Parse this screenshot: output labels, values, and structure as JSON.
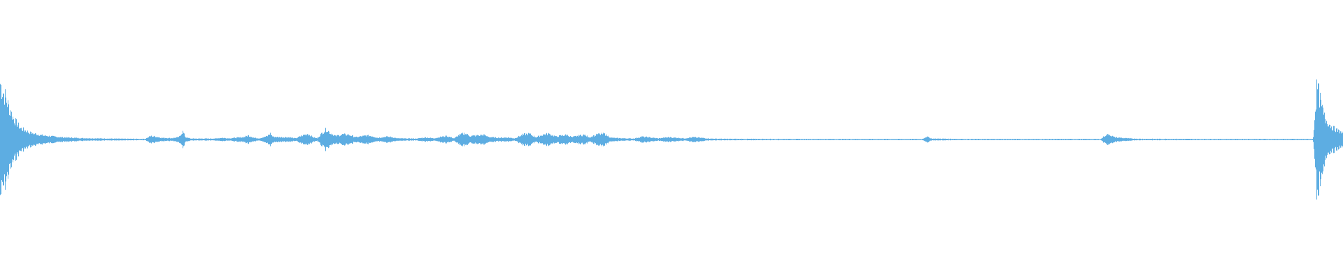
{
  "waveform": {
    "color": "#5dade2",
    "background": "#ffffff",
    "amplitude_range": [
      -1,
      1
    ],
    "duration_fraction_axis": [
      0,
      1
    ],
    "envelope": [
      [
        0.0,
        0.5
      ],
      [
        0.001,
        0.45
      ],
      [
        0.003,
        0.4
      ],
      [
        0.006,
        0.3
      ],
      [
        0.01,
        0.18
      ],
      [
        0.015,
        0.1
      ],
      [
        0.022,
        0.06
      ],
      [
        0.032,
        0.035
      ],
      [
        0.045,
        0.02
      ],
      [
        0.06,
        0.012
      ],
      [
        0.08,
        0.008
      ],
      [
        0.1,
        0.006
      ],
      [
        0.108,
        0.006
      ],
      [
        0.112,
        0.03
      ],
      [
        0.116,
        0.025
      ],
      [
        0.12,
        0.015
      ],
      [
        0.128,
        0.012
      ],
      [
        0.133,
        0.02
      ],
      [
        0.136,
        0.07
      ],
      [
        0.138,
        0.02
      ],
      [
        0.142,
        0.008
      ],
      [
        0.16,
        0.008
      ],
      [
        0.165,
        0.015
      ],
      [
        0.17,
        0.01
      ],
      [
        0.181,
        0.02
      ],
      [
        0.185,
        0.035
      ],
      [
        0.189,
        0.015
      ],
      [
        0.193,
        0.01
      ],
      [
        0.199,
        0.03
      ],
      [
        0.201,
        0.055
      ],
      [
        0.203,
        0.025
      ],
      [
        0.208,
        0.02
      ],
      [
        0.215,
        0.02
      ],
      [
        0.22,
        0.01
      ],
      [
        0.225,
        0.035
      ],
      [
        0.229,
        0.05
      ],
      [
        0.233,
        0.02
      ],
      [
        0.236,
        0.01
      ],
      [
        0.24,
        0.06
      ],
      [
        0.243,
        0.09
      ],
      [
        0.246,
        0.055
      ],
      [
        0.25,
        0.03
      ],
      [
        0.255,
        0.045
      ],
      [
        0.26,
        0.04
      ],
      [
        0.265,
        0.02
      ],
      [
        0.273,
        0.035
      ],
      [
        0.277,
        0.03
      ],
      [
        0.281,
        0.015
      ],
      [
        0.288,
        0.025
      ],
      [
        0.292,
        0.02
      ],
      [
        0.296,
        0.01
      ],
      [
        0.31,
        0.008
      ],
      [
        0.317,
        0.018
      ],
      [
        0.323,
        0.01
      ],
      [
        0.329,
        0.025
      ],
      [
        0.333,
        0.03
      ],
      [
        0.338,
        0.01
      ],
      [
        0.342,
        0.04
      ],
      [
        0.346,
        0.055
      ],
      [
        0.35,
        0.03
      ],
      [
        0.355,
        0.035
      ],
      [
        0.36,
        0.04
      ],
      [
        0.365,
        0.02
      ],
      [
        0.372,
        0.015
      ],
      [
        0.378,
        0.018
      ],
      [
        0.383,
        0.01
      ],
      [
        0.39,
        0.045
      ],
      [
        0.394,
        0.05
      ],
      [
        0.399,
        0.02
      ],
      [
        0.405,
        0.045
      ],
      [
        0.409,
        0.05
      ],
      [
        0.414,
        0.025
      ],
      [
        0.418,
        0.035
      ],
      [
        0.422,
        0.04
      ],
      [
        0.426,
        0.02
      ],
      [
        0.431,
        0.035
      ],
      [
        0.435,
        0.04
      ],
      [
        0.439,
        0.02
      ],
      [
        0.445,
        0.045
      ],
      [
        0.45,
        0.05
      ],
      [
        0.455,
        0.015
      ],
      [
        0.465,
        0.01
      ],
      [
        0.472,
        0.008
      ],
      [
        0.478,
        0.025
      ],
      [
        0.484,
        0.018
      ],
      [
        0.49,
        0.01
      ],
      [
        0.498,
        0.02
      ],
      [
        0.504,
        0.015
      ],
      [
        0.51,
        0.01
      ],
      [
        0.516,
        0.02
      ],
      [
        0.522,
        0.015
      ],
      [
        0.528,
        0.008
      ],
      [
        0.54,
        0.006
      ],
      [
        0.6,
        0.005
      ],
      [
        0.687,
        0.005
      ],
      [
        0.69,
        0.025
      ],
      [
        0.694,
        0.008
      ],
      [
        0.72,
        0.005
      ],
      [
        0.82,
        0.005
      ],
      [
        0.823,
        0.035
      ],
      [
        0.826,
        0.045
      ],
      [
        0.83,
        0.02
      ],
      [
        0.84,
        0.01
      ],
      [
        0.85,
        0.006
      ],
      [
        0.9,
        0.005
      ],
      [
        0.978,
        0.005
      ],
      [
        0.981,
        0.48
      ],
      [
        0.984,
        0.3
      ],
      [
        0.987,
        0.18
      ],
      [
        0.992,
        0.11
      ],
      [
        0.996,
        0.08
      ],
      [
        1.0,
        0.06
      ]
    ]
  }
}
